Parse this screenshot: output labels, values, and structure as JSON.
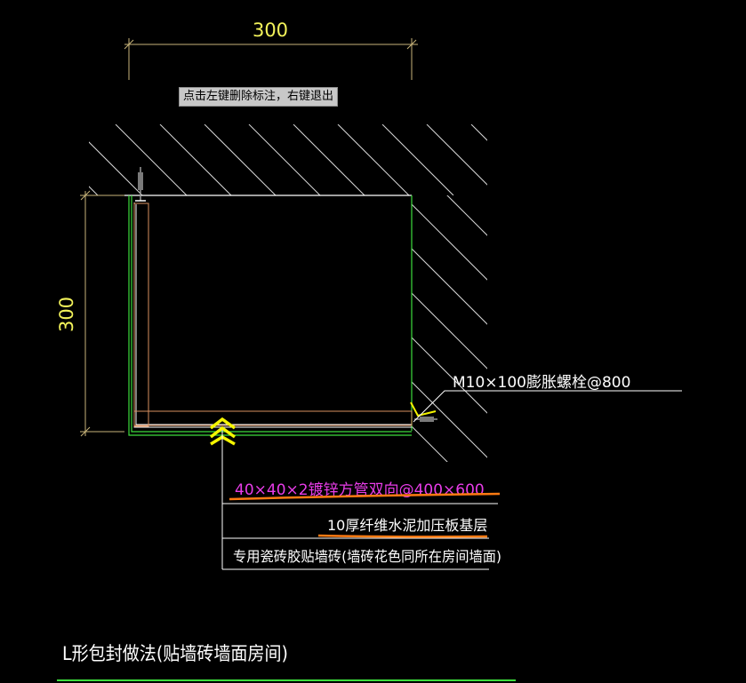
{
  "hint": "点击左键删除标注，右键退出",
  "dimensions": {
    "top": "300",
    "left": "300"
  },
  "labels": {
    "bolt": "M10×100膨胀螺栓@800",
    "tube": "40×40×2镀锌方管双向@400×600",
    "board": "10厚纤维水泥加压板基层",
    "tile": "专用瓷砖胶贴墙砖(墙砖花色同所在房间墙面)"
  },
  "title": "L形包封做法(贴墙砖墙面房间)",
  "colors": {
    "background": "#000000",
    "dimension_line": "#c8b47a",
    "dimension_text": "#f2f25a",
    "green": "#3ddc3d",
    "orange": "#ff7a12",
    "magenta": "#e83ce8",
    "white": "#ffffff",
    "hatch": "#d8d8d8",
    "marker": "#f5f500"
  }
}
